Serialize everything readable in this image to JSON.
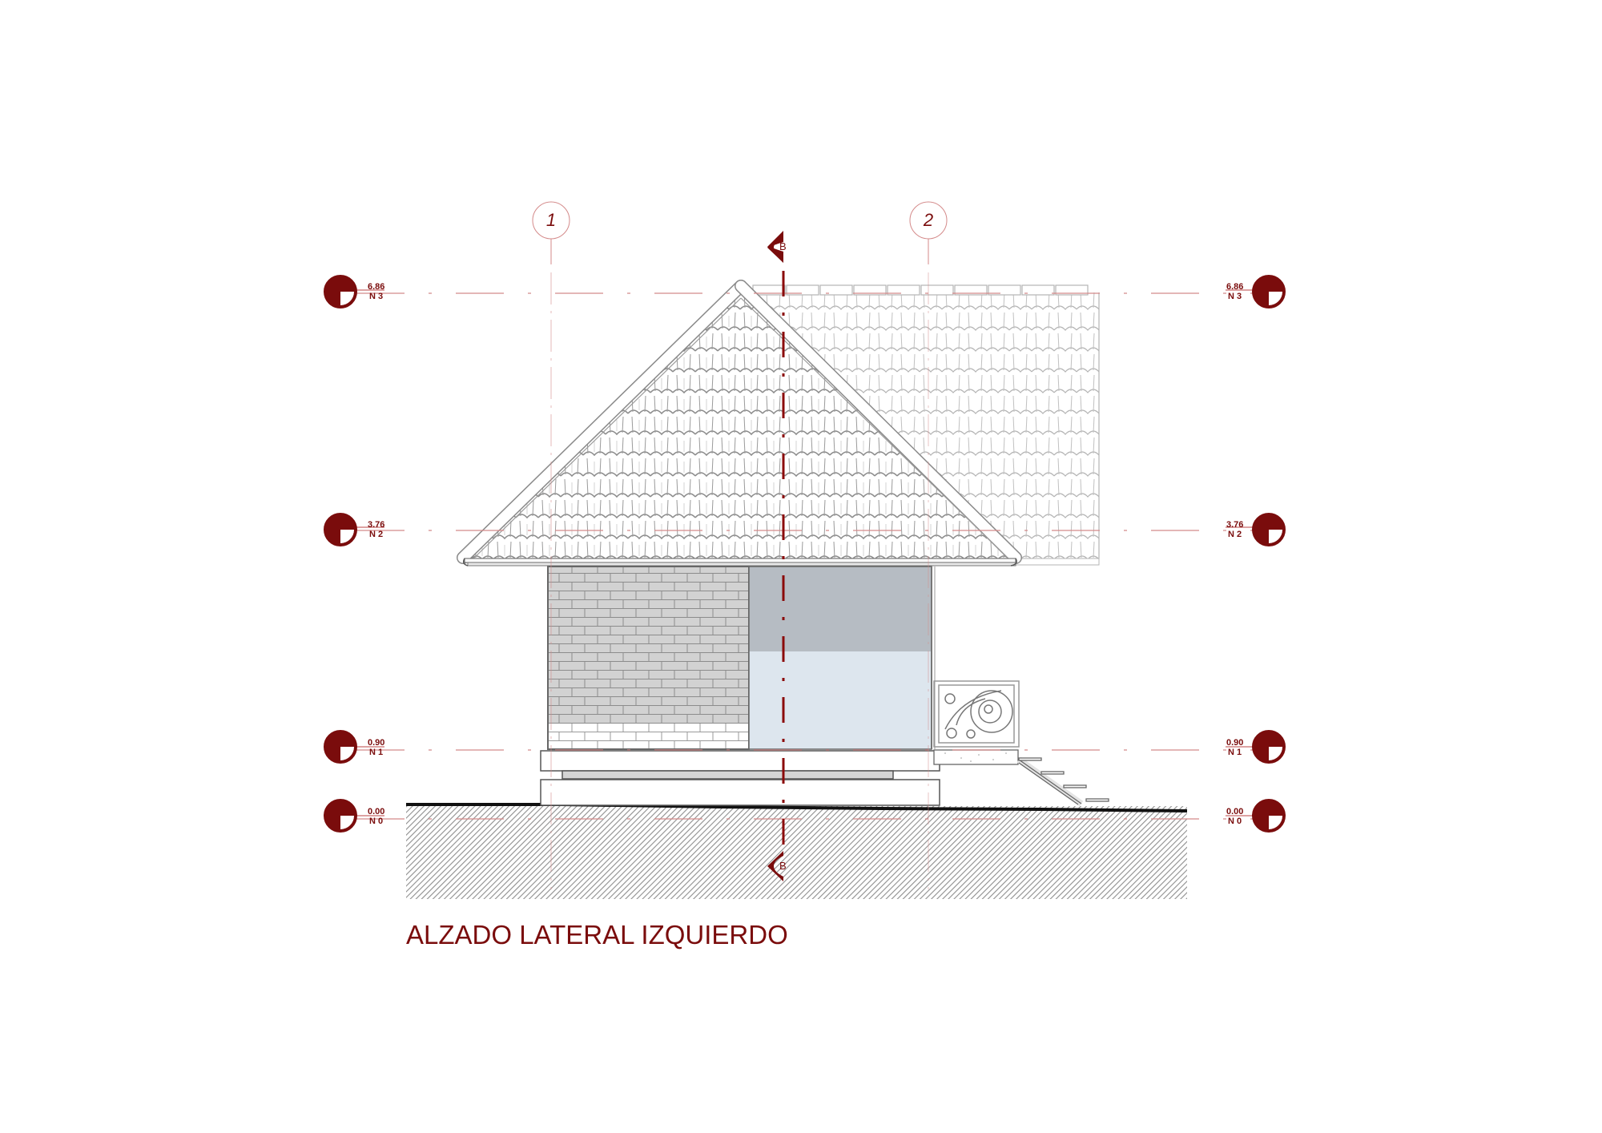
{
  "drawing": {
    "title": "ALZADO LATERAL IZQUIERDO",
    "colors": {
      "annotation": "#7a0c0c",
      "gridline": "#d48a8a",
      "linework": "#8a8a8a",
      "brick": "#d4d4d4",
      "glass_upper": "#b6bcc3",
      "glass_lower": "#dde6ee",
      "ground_hatch": "#9a9a9a"
    },
    "grid_axes": [
      {
        "label": "1"
      },
      {
        "label": "2"
      }
    ],
    "section_marker": {
      "label": "B",
      "label_bottom": "B"
    },
    "levels": [
      {
        "elevation": "6.86",
        "name": "N 3"
      },
      {
        "elevation": "3.76",
        "name": "N 2"
      },
      {
        "elevation": "0.90",
        "name": "N 1"
      },
      {
        "elevation": "0.00",
        "name": "N 0"
      }
    ]
  }
}
